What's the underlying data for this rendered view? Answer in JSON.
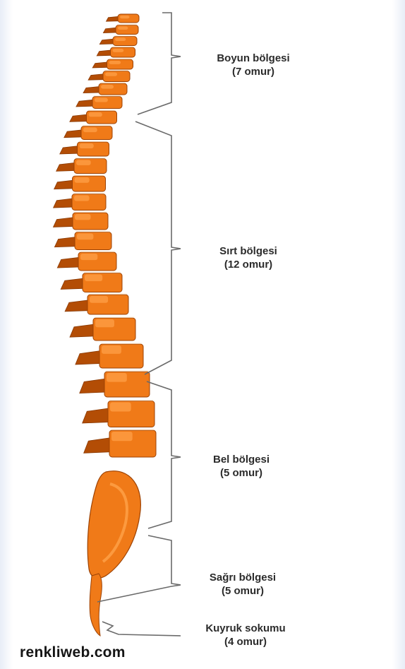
{
  "regions": [
    {
      "name": "Boyun bölgesi",
      "count": "(7 omur)"
    },
    {
      "name": "Sırt bölgesi",
      "count": "(12 omur)"
    },
    {
      "name": "Bel bölgesi",
      "count": "(5 omur)"
    },
    {
      "name": "Sağrı bölgesi",
      "count": "(5 omur)"
    },
    {
      "name": "Kuyruk sokumu",
      "count": "(4 omur)"
    }
  ],
  "watermark": "renkliweb.com",
  "colors": {
    "bone": "#f07a18",
    "bone_dark": "#b34d05",
    "bone_light": "#ffa24a",
    "bracket": "#6a6a6a",
    "text": "#2b2b2b"
  }
}
